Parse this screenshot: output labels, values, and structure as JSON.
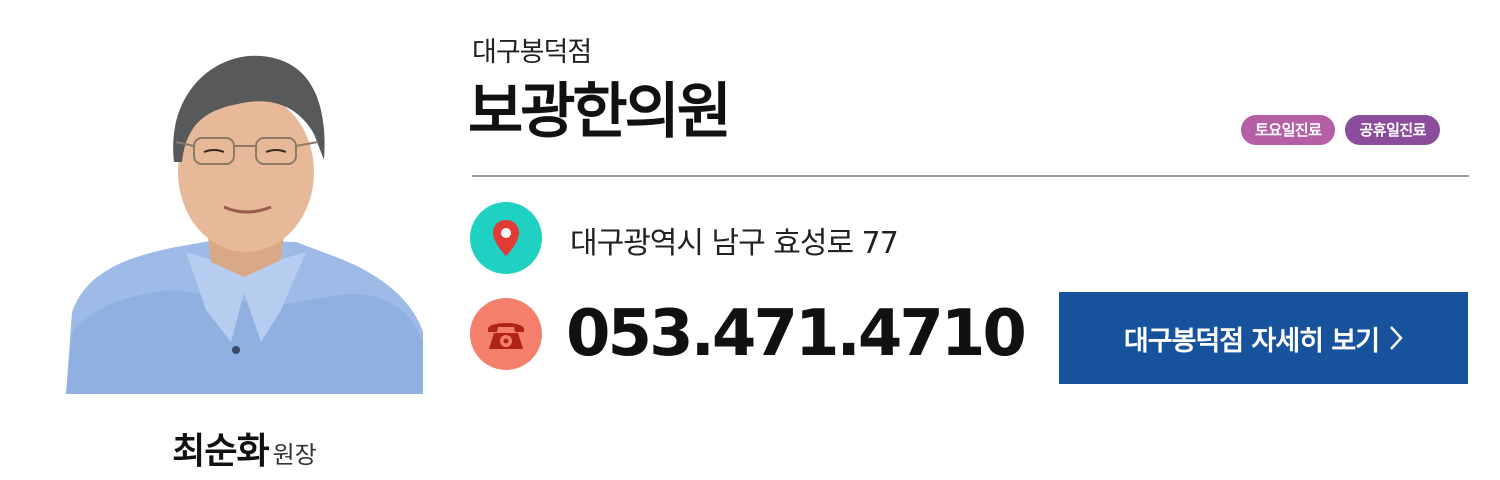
{
  "doctor": {
    "name": "최순화",
    "role": "원장"
  },
  "branch": "대구봉덕점",
  "clinic_name": "보광한의원",
  "badges": [
    {
      "label": "토요일진료",
      "color": "#b45fa6"
    },
    {
      "label": "공휴일진료",
      "color": "#8b4c9c"
    }
  ],
  "address": "대구광역시 남구 효성로 77",
  "phone": "053.471.4710",
  "detail_button": {
    "label": "대구봉덕점 자세히 보기"
  },
  "colors": {
    "address_icon_bg": "#1fd1c0",
    "phone_icon_bg": "#f4806b",
    "button_bg": "#17529c"
  },
  "icons": {
    "address": "map-pin-icon",
    "phone": "telephone-icon",
    "button": "chevron-right-icon"
  }
}
